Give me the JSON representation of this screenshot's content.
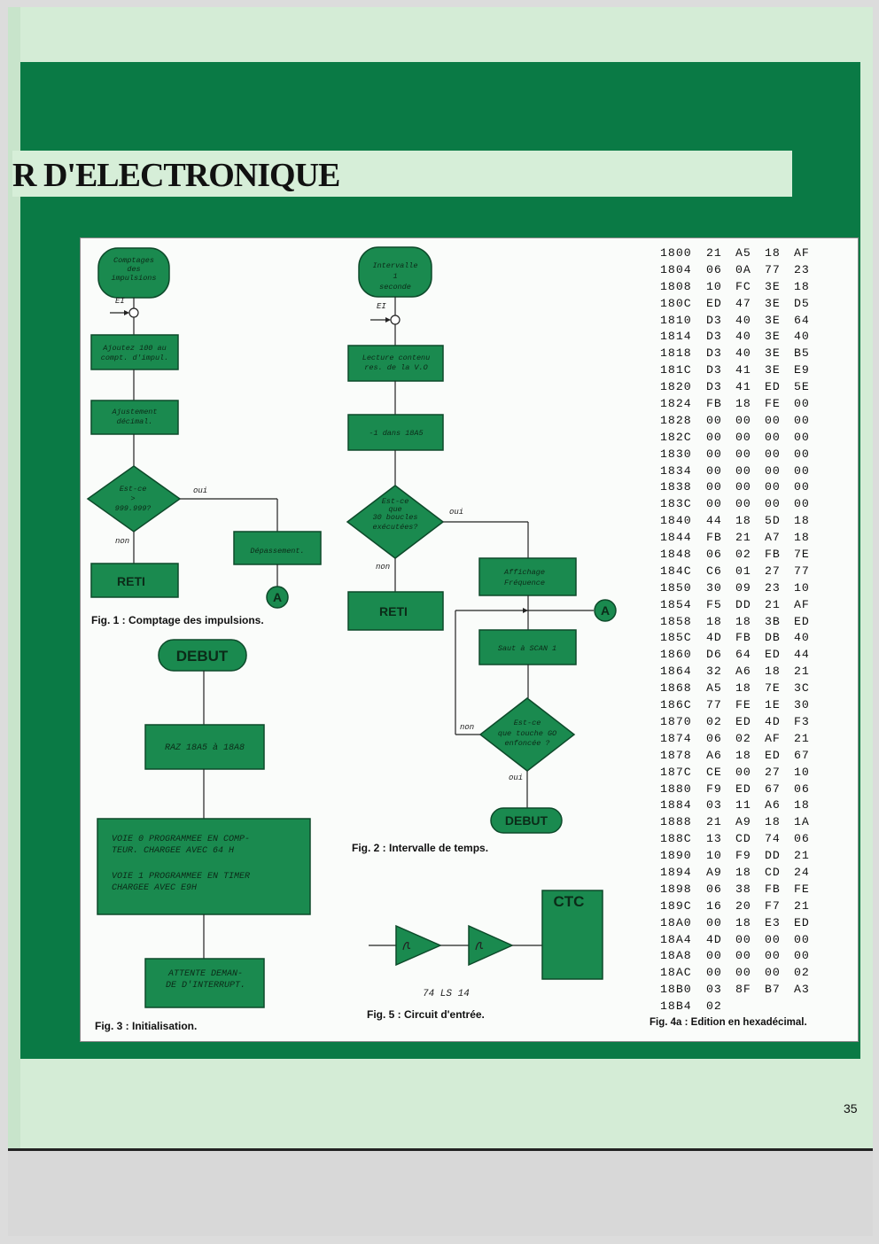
{
  "header": {
    "title": "R D'ELECTRONIQUE"
  },
  "page_number": "35",
  "fig1": {
    "caption": "Fig. 1 : Comptage des impulsions.",
    "start": [
      "Comptages",
      "des",
      "impulsions"
    ],
    "ei": "EI",
    "step1": [
      "Ajoutez 100 au",
      "compt. d'impul."
    ],
    "step2": [
      "Ajustement",
      "décimal."
    ],
    "decision": [
      "Est-ce",
      ">",
      "999.999?"
    ],
    "oui": "oui",
    "non": "non",
    "overflow": "Dépassement.",
    "end": "RETI",
    "connector": "A"
  },
  "fig2": {
    "caption": "Fig. 2 : Intervalle de temps.",
    "start": [
      "Intervalle",
      "1",
      "seconde"
    ],
    "ei": "EI",
    "step1": [
      "Lecture contenu",
      "res. de la V.O"
    ],
    "step2": "-1 dans 18A5",
    "decision1": [
      "Est-ce",
      "que",
      "30 boucles",
      "exécutées?"
    ],
    "oui": "oui",
    "non": "non",
    "end": "RETI",
    "display": [
      "Affichage",
      "Fréquence"
    ],
    "connector": "A",
    "jump": "Saut à  SCAN 1",
    "decision2": [
      "Est-ce",
      "que touche GO",
      "enfoncée ?"
    ],
    "non2": "non",
    "oui2": "oui",
    "debut": "DEBUT"
  },
  "fig3": {
    "caption": "Fig. 3 : Initialisation.",
    "start": "DEBUT",
    "step1": "RAZ 18A5 à 18A8",
    "step2": [
      "VOIE 0 PROGRAMMEE EN COMP-",
      "TEUR. CHARGEE AVEC 64 H",
      "",
      "VOIE 1 PROGRAMMEE EN TIMER",
      "CHARGEE AVEC E9H"
    ],
    "step3": [
      "ATTENTE DEMAN-",
      "DE D'INTERRUPT."
    ]
  },
  "fig5": {
    "caption": "Fig. 5 : Circuit d'entrée.",
    "chip": "CTC",
    "part": "74   LS   14"
  },
  "fig4a": {
    "caption": "Fig. 4a : Edition en hexadécimal.",
    "rows": [
      [
        "1800",
        "21",
        "A5",
        "18",
        "AF"
      ],
      [
        "1804",
        "06",
        "0A",
        "77",
        "23"
      ],
      [
        "1808",
        "10",
        "FC",
        "3E",
        "18"
      ],
      [
        "180C",
        "ED",
        "47",
        "3E",
        "D5"
      ],
      [
        "1810",
        "D3",
        "40",
        "3E",
        "64"
      ],
      [
        "1814",
        "D3",
        "40",
        "3E",
        "40"
      ],
      [
        "1818",
        "D3",
        "40",
        "3E",
        "B5"
      ],
      [
        "181C",
        "D3",
        "41",
        "3E",
        "E9"
      ],
      [
        "1820",
        "D3",
        "41",
        "ED",
        "5E"
      ],
      [
        "1824",
        "FB",
        "18",
        "FE",
        "00"
      ],
      [
        "1828",
        "00",
        "00",
        "00",
        "00"
      ],
      [
        "182C",
        "00",
        "00",
        "00",
        "00"
      ],
      [
        "1830",
        "00",
        "00",
        "00",
        "00"
      ],
      [
        "1834",
        "00",
        "00",
        "00",
        "00"
      ],
      [
        "1838",
        "00",
        "00",
        "00",
        "00"
      ],
      [
        "183C",
        "00",
        "00",
        "00",
        "00"
      ],
      [
        "1840",
        "44",
        "18",
        "5D",
        "18"
      ],
      [
        "1844",
        "FB",
        "21",
        "A7",
        "18"
      ],
      [
        "1848",
        "06",
        "02",
        "FB",
        "7E"
      ],
      [
        "184C",
        "C6",
        "01",
        "27",
        "77"
      ],
      [
        "1850",
        "30",
        "09",
        "23",
        "10"
      ],
      [
        "1854",
        "F5",
        "DD",
        "21",
        "AF"
      ],
      [
        "1858",
        "18",
        "18",
        "3B",
        "ED"
      ],
      [
        "185C",
        "4D",
        "FB",
        "DB",
        "40"
      ],
      [
        "1860",
        "D6",
        "64",
        "ED",
        "44"
      ],
      [
        "1864",
        "32",
        "A6",
        "18",
        "21"
      ],
      [
        "1868",
        "A5",
        "18",
        "7E",
        "3C"
      ],
      [
        "186C",
        "77",
        "FE",
        "1E",
        "30"
      ],
      [
        "1870",
        "02",
        "ED",
        "4D",
        "F3"
      ],
      [
        "1874",
        "06",
        "02",
        "AF",
        "21"
      ],
      [
        "1878",
        "A6",
        "18",
        "ED",
        "67"
      ],
      [
        "187C",
        "CE",
        "00",
        "27",
        "10"
      ],
      [
        "1880",
        "F9",
        "ED",
        "67",
        "06"
      ],
      [
        "1884",
        "03",
        "11",
        "A6",
        "18"
      ],
      [
        "1888",
        "21",
        "A9",
        "18",
        "1A"
      ],
      [
        "188C",
        "13",
        "CD",
        "74",
        "06"
      ],
      [
        "1890",
        "10",
        "F9",
        "DD",
        "21"
      ],
      [
        "1894",
        "A9",
        "18",
        "CD",
        "24"
      ],
      [
        "1898",
        "06",
        "38",
        "FB",
        "FE"
      ],
      [
        "189C",
        "16",
        "20",
        "F7",
        "21"
      ],
      [
        "18A0",
        "00",
        "18",
        "E3",
        "ED"
      ],
      [
        "18A4",
        "4D",
        "00",
        "00",
        "00"
      ],
      [
        "18A8",
        "00",
        "00",
        "00",
        "00"
      ],
      [
        "18AC",
        "00",
        "00",
        "00",
        "02"
      ],
      [
        "18B0",
        "03",
        "8F",
        "B7",
        "A3"
      ],
      [
        "18B4",
        "02",
        "",
        "",
        ""
      ]
    ]
  }
}
